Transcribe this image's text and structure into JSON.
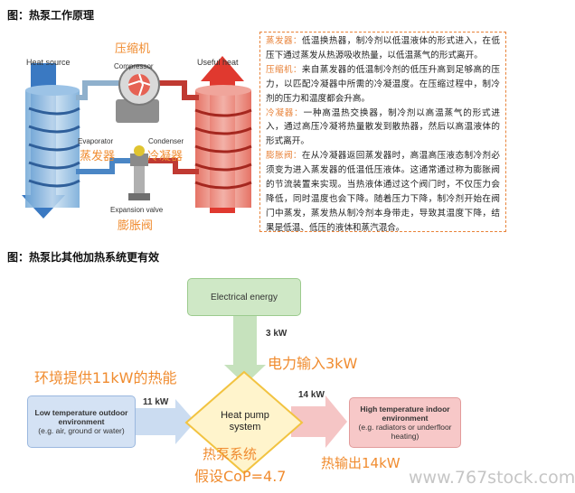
{
  "fig1": {
    "title": "图：热泵工作原理",
    "labels": {
      "heat_source": "Heat source",
      "useful_heat": "Useful heat",
      "compressor_en": "Compressor",
      "compressor_cn": "压缩机",
      "evaporator_en": "Evaporator",
      "evaporator_cn": "蒸发器",
      "condenser_en": "Condenser",
      "condenser_cn": "冷凝器",
      "expansion_en": "Expansion valve",
      "expansion_cn": "膨胀阀"
    },
    "notes": [
      {
        "term": "蒸发器：",
        "text": "低温换热器，制冷剂以低温液体的形式进入，在低压下通过蒸发从热源吸收热量，以低温蒸气的形式离开。"
      },
      {
        "term": "压缩机：",
        "text": "来自蒸发器的低温制冷剂的低压升高到足够高的压力，以匹配冷凝器中所需的冷凝温度。在压缩过程中，制冷剂的压力和温度都会升高。"
      },
      {
        "term": "冷凝器：",
        "text": "一种高温热交换器，制冷剂以高温蒸气的形式进入，通过高压冷凝将热量散发到散热器，然后以高温液体的形式离开。"
      },
      {
        "term": "膨胀阀：",
        "text": "在从冷凝器返回蒸发器时，高温高压液态制冷剂必须变为进入蒸发器的低温低压液体。这通常通过称为膨胀阀的节流装置来实现。当热液体通过这个阀门时，不仅压力会降低，同时温度也会下降。随着压力下降，制冷剂开始在阀门中蒸发，蒸发热从制冷剂本身带走，导致其温度下降，结果是低温、低压的液体和蒸汽混合。"
      }
    ]
  },
  "fig2": {
    "title": "图：热泵比其他加热系统更有效",
    "electrical": "Electrical energy",
    "kw3": "3 kW",
    "power_input": "电力输入3kW",
    "env_heat": "环境提供11kW的热能",
    "kw11": "11 kW",
    "low_temp": "Low temperature outdoor environment",
    "low_temp_eg": "(e.g. air, ground or water)",
    "hp_system": "Heat pump system",
    "kw14": "14 kW",
    "high_temp": "High temperature indoor environment",
    "high_temp_eg": "(e.g. radiators or underfloor heating)",
    "hp_cn": "热泵系统",
    "cop": "假设CoP=4.7",
    "heat_out": "热输出14kW"
  },
  "watermark": "www.767stock.com",
  "colors": {
    "orange": "#f08c30",
    "green_box": "#cfe8c6",
    "blue_box": "#d4e2f4",
    "red_box": "#f7c8c8",
    "diamond": "#fff4cc",
    "diamond_border": "#f2c341"
  }
}
